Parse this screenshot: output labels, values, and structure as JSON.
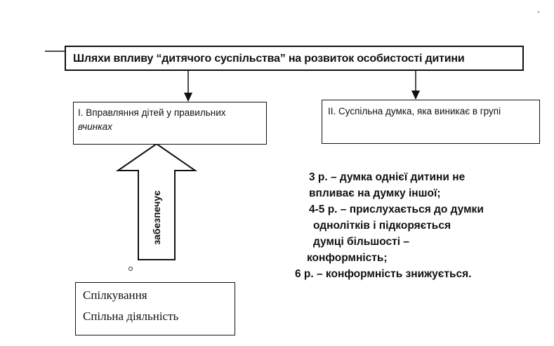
{
  "title": "Шляхи впливу “дитячого суспільства” на розвиток особистості дитини",
  "left_box": {
    "line1": "I. Вправляння дітей у правильних",
    "line2": "вчинках"
  },
  "right_box": {
    "text": "II. Суспільна думка, яка виникає в групі"
  },
  "arrow_label": "забезпечує",
  "bottom_box": {
    "items": [
      "Спілкування",
      "Спільна діяльність"
    ]
  },
  "age_notes": [
    "3 р. – думка однієї дитини не",
    "впливає на думку іншої;",
    "4-5 р. – прислухається до думки",
    "однолітків і підкоряється",
    "думці більшості –",
    "конформність;",
    "6 р. – конформність знижується."
  ]
}
